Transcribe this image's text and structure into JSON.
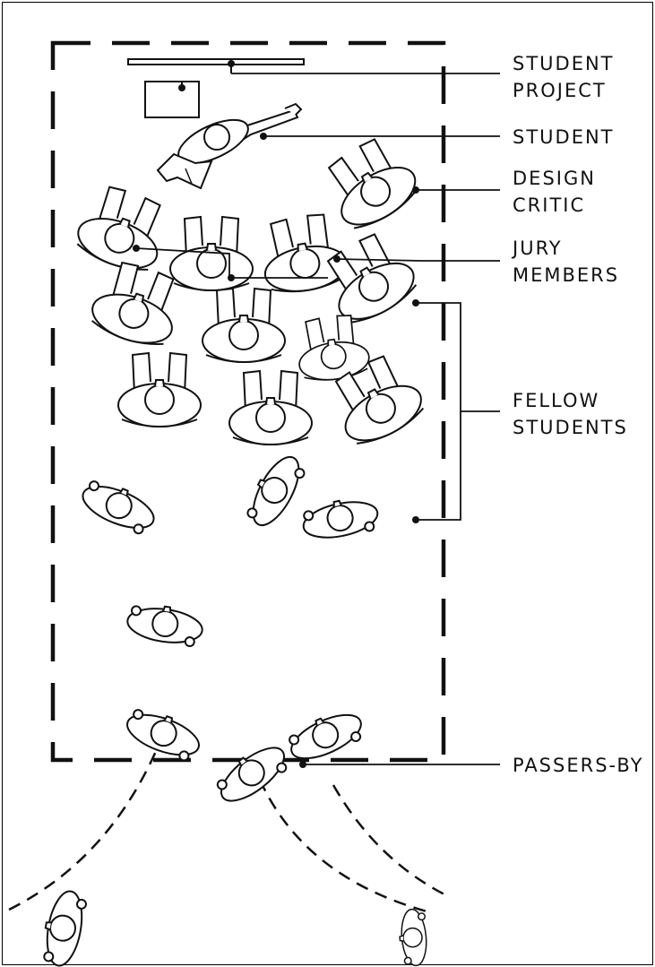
{
  "labels": {
    "student_project_line1": "STUDENT",
    "student_project_line2": "PROJECT",
    "student": "STUDENT",
    "design_critic_line1": "DESIGN",
    "design_critic_line2": "CRITIC",
    "jury_members_line1": "JURY",
    "jury_members_line2": "MEMBERS",
    "fellow_students_line1": "FELLOW",
    "fellow_students_line2": "STUDENTS",
    "passers_by": "PASSERS-BY"
  },
  "colors": {
    "ink": "#111111",
    "paper": "#ffffff"
  }
}
